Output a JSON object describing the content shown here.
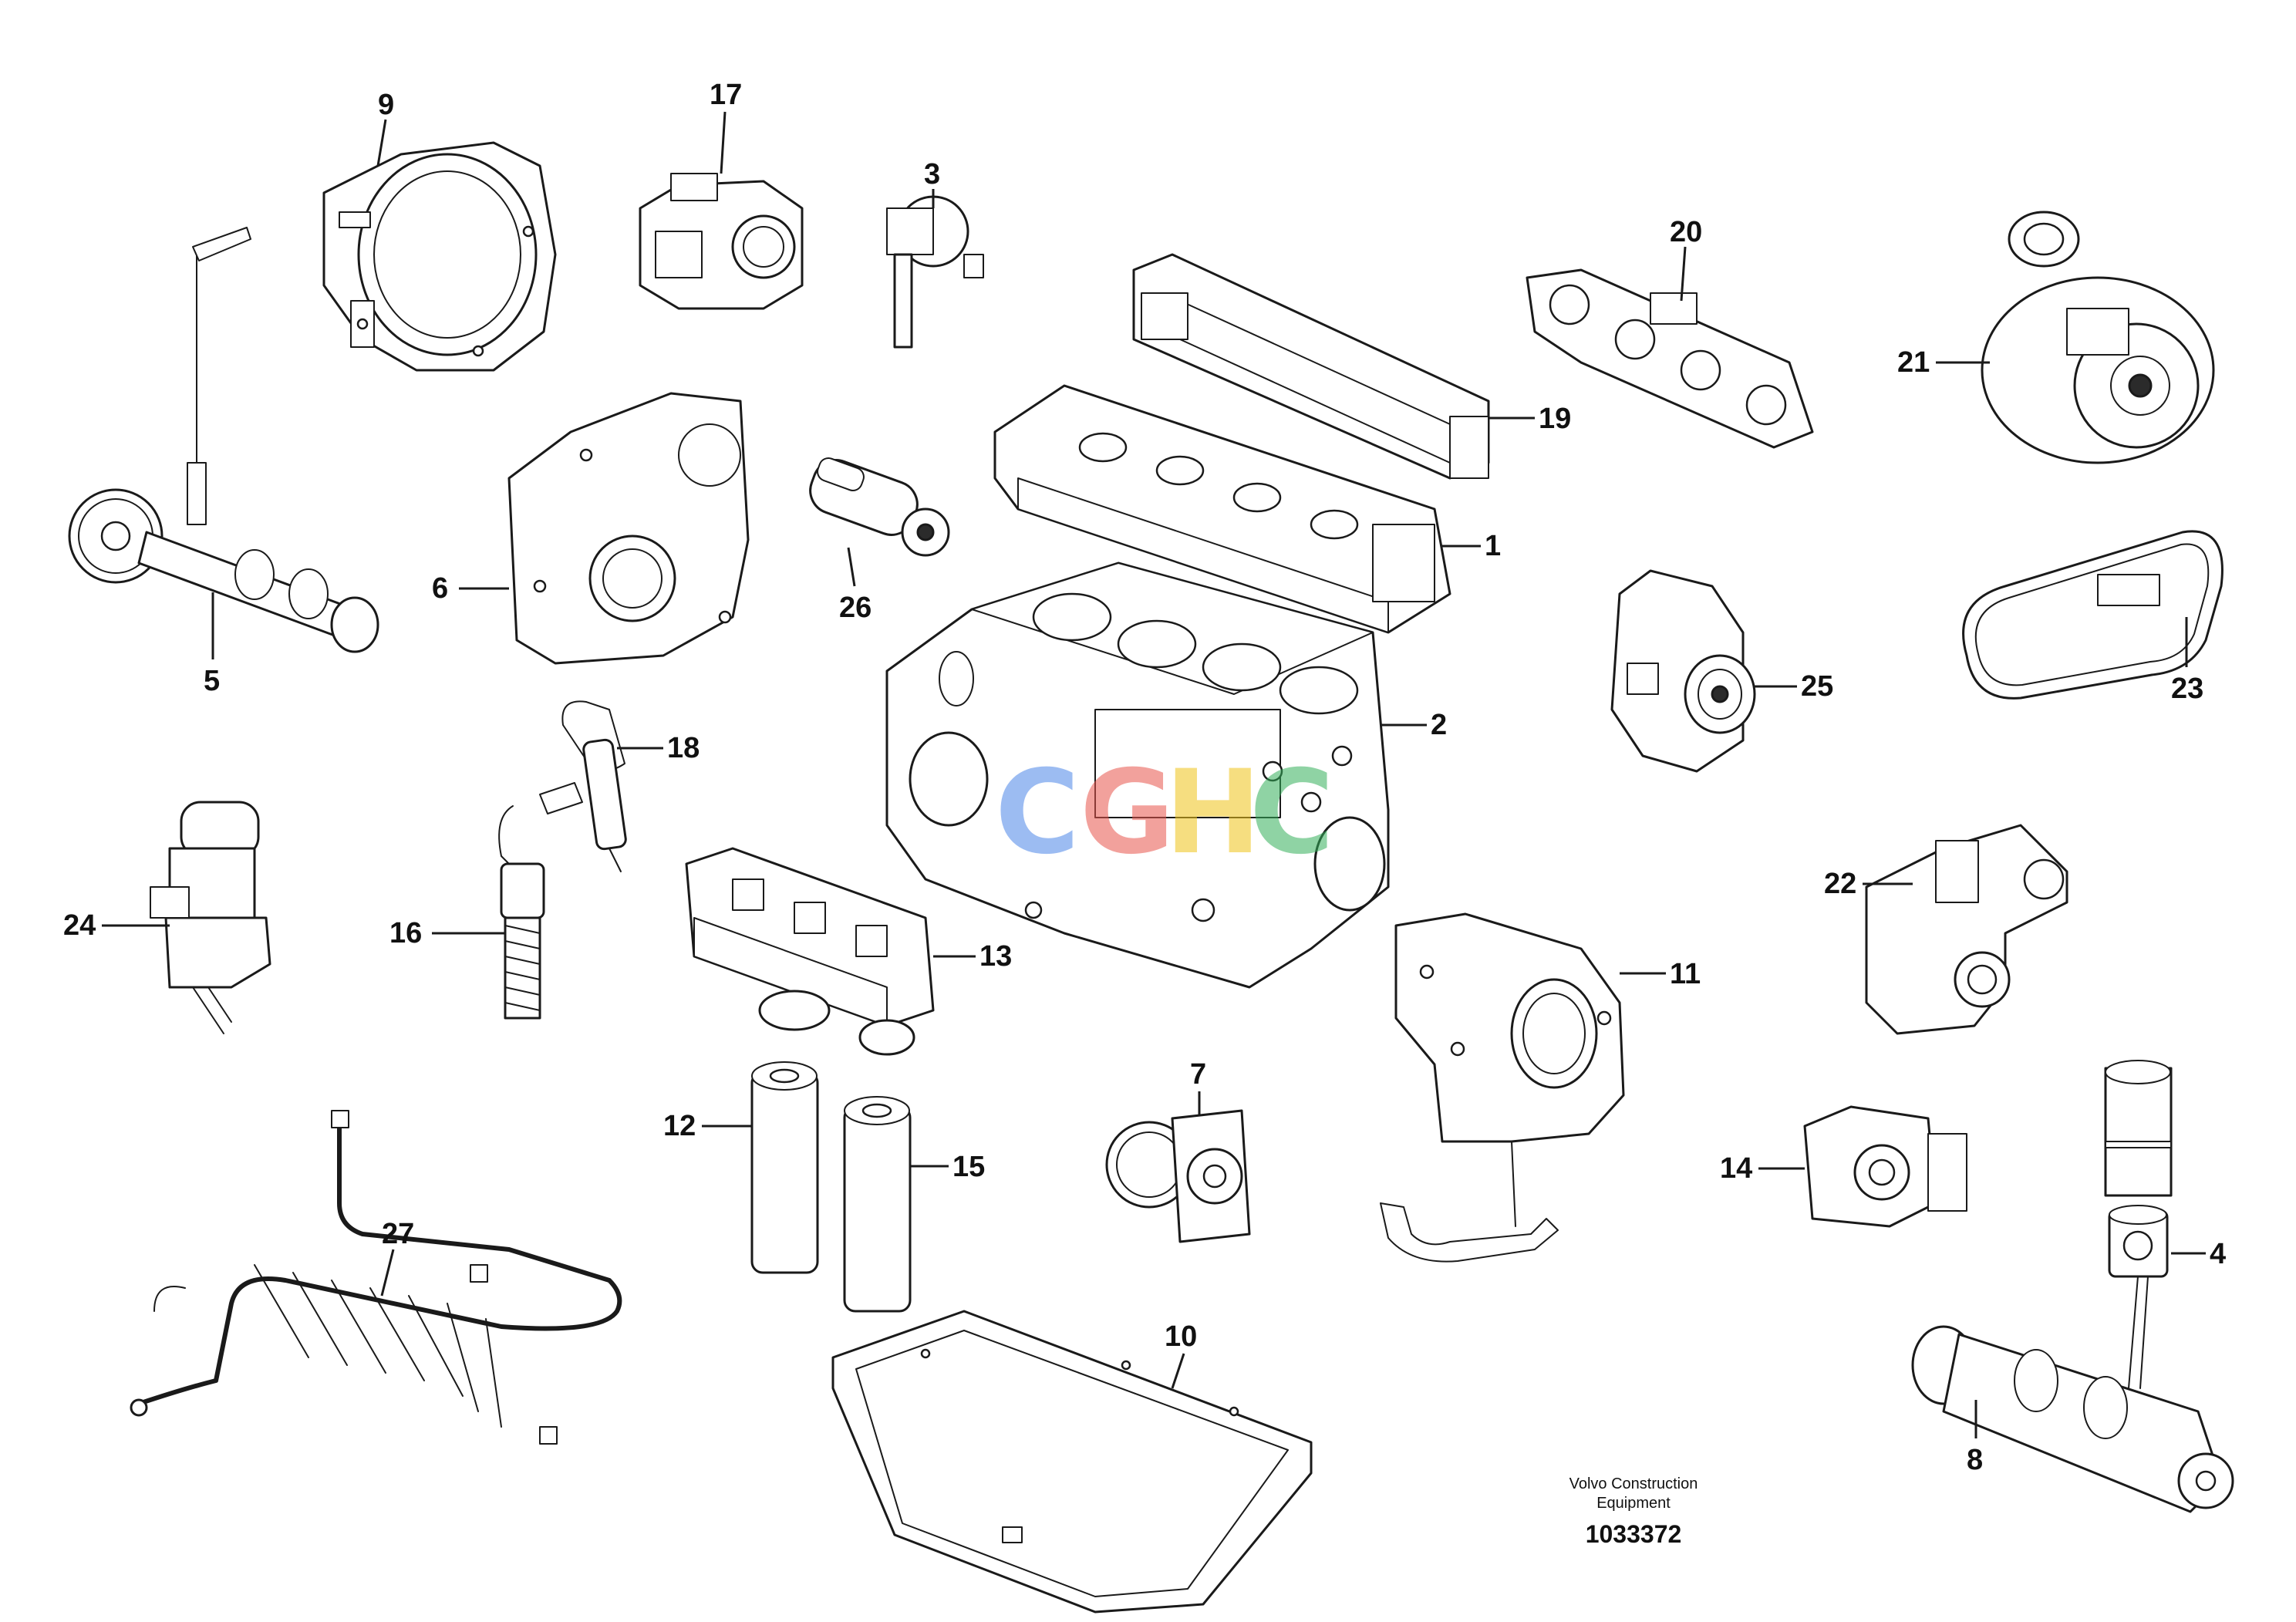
{
  "callouts": {
    "c1": "1",
    "c2": "2",
    "c3": "3",
    "c4": "4",
    "c5": "5",
    "c6": "6",
    "c7": "7",
    "c8": "8",
    "c9": "9",
    "c10": "10",
    "c11": "11",
    "c12": "12",
    "c13": "13",
    "c14": "14",
    "c15": "15",
    "c16": "16",
    "c17": "17",
    "c18": "18",
    "c19": "19",
    "c20": "20",
    "c21": "21",
    "c22": "22",
    "c23": "23",
    "c24": "24",
    "c25": "25",
    "c26": "26",
    "c27": "27"
  },
  "footer": {
    "brand_line1": "Volvo Construction",
    "brand_line2": "Equipment",
    "drawing_number": "1033372"
  },
  "watermark": {
    "letters": [
      "C",
      "G",
      "H",
      "C"
    ],
    "colors": [
      "#4d86e8",
      "#e8554d",
      "#f0c419",
      "#35b05a"
    ]
  }
}
